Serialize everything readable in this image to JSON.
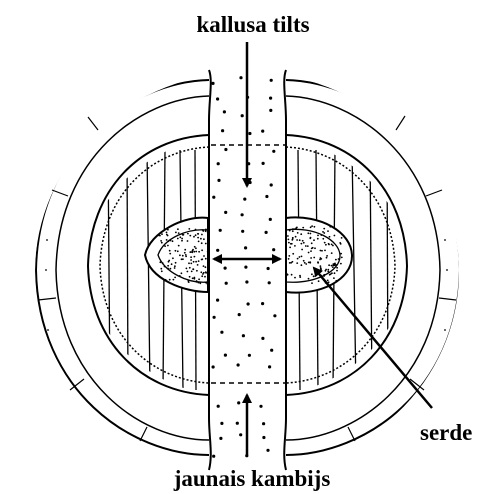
{
  "labels": {
    "top": "kallusa tilts",
    "right": "serde",
    "bottom": "jaunais kambijs"
  },
  "colors": {
    "ink": "#000000",
    "paper": "#ffffff"
  }
}
